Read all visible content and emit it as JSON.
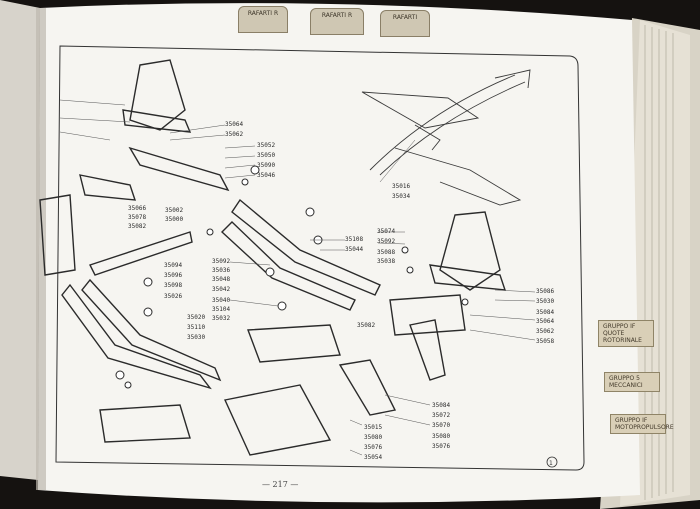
{
  "tabs": [
    "RAFARTI R",
    "RAFARTI R",
    "RAFARTI"
  ],
  "side_tabs": [
    "GRUPPO IF QUOTE ROTORINALE",
    "GRUPPO 5 MECCANICI",
    "GRUPPO IF MOTOPROPULSORE"
  ],
  "page": {
    "folio": "— 217 —"
  },
  "parts": [
    "35064",
    "35062",
    "35052",
    "35050",
    "35090",
    "35046",
    "35066",
    "35078",
    "35082",
    "35002",
    "35000",
    "35108",
    "35044",
    "35074",
    "35092",
    "35088",
    "35038",
    "35092",
    "35036",
    "35048",
    "35042",
    "35040",
    "35104",
    "35032",
    "35094",
    "35096",
    "35098",
    "35026",
    "35020",
    "35110",
    "35030",
    "35082",
    "35086",
    "35030",
    "35084",
    "35064",
    "35062",
    "35058",
    "35016",
    "35034",
    "35084",
    "35072",
    "35070",
    "35080",
    "35076",
    "35015",
    "35080",
    "35076",
    "35054"
  ]
}
